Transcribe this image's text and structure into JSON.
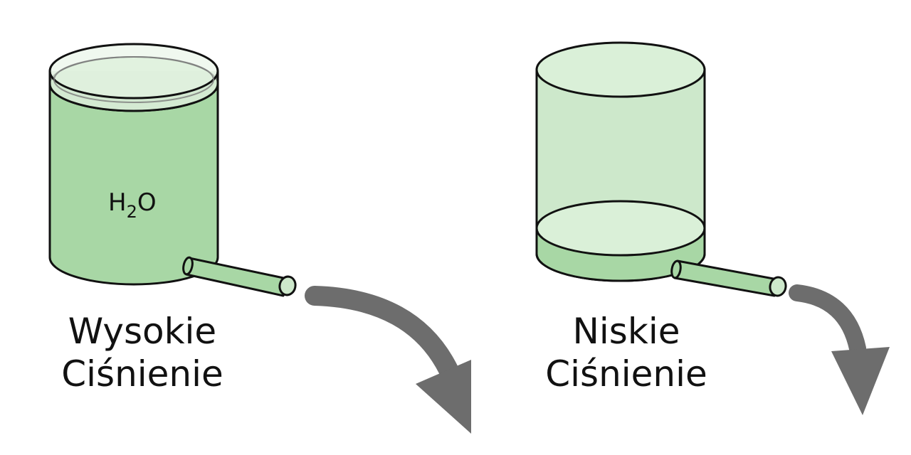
{
  "tanks": [
    {
      "name": "high-pressure",
      "fill_level": 0.93,
      "formula": {
        "base": "H",
        "subscript": "2",
        "tail": "O"
      },
      "label_lines": [
        "Wysokie",
        "Ciśnienie"
      ]
    },
    {
      "name": "low-pressure",
      "fill_level": 0.12,
      "label_lines": [
        "Niskie",
        "Ciśnienie"
      ]
    }
  ],
  "colors": {
    "water_dark": "#a8d7a5",
    "water_light": "#cde8cb",
    "water_top": "#daf0d8",
    "outline": "#111111",
    "arrow": "#6d6d6d"
  }
}
